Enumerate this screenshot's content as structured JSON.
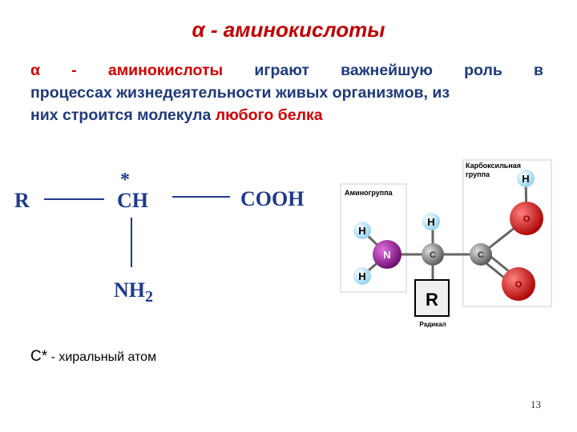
{
  "title": "α - аминокислоты",
  "paragraph": {
    "highlight_start": "α - аминокислоты",
    "line1_rest": "играют важнейшую роль в",
    "line2": "процессах жизнедеятельности живых организмов, из",
    "line3_start": "них строится молекула",
    "highlight_end": "любого белка"
  },
  "formula": {
    "r": "R",
    "star": "*",
    "ch": "CH",
    "cooh": "COOH",
    "nh": "NH",
    "sub2": "2"
  },
  "diagram": {
    "amino_label": "Аминогруппа",
    "carboxyl_label_1": "Карбоксильная",
    "carboxyl_label_2": "группа",
    "radical_label": "Радикал",
    "r": "R",
    "h": "H",
    "n": "N",
    "c": "C",
    "o": "O",
    "colors": {
      "n": "#9b1a9b",
      "c": "#8a8a8a",
      "o": "#dd1111",
      "h": "#bfe6f7"
    }
  },
  "footer": {
    "c_star": "С*",
    "rest": " - хиральный атом"
  },
  "page_number": "13"
}
